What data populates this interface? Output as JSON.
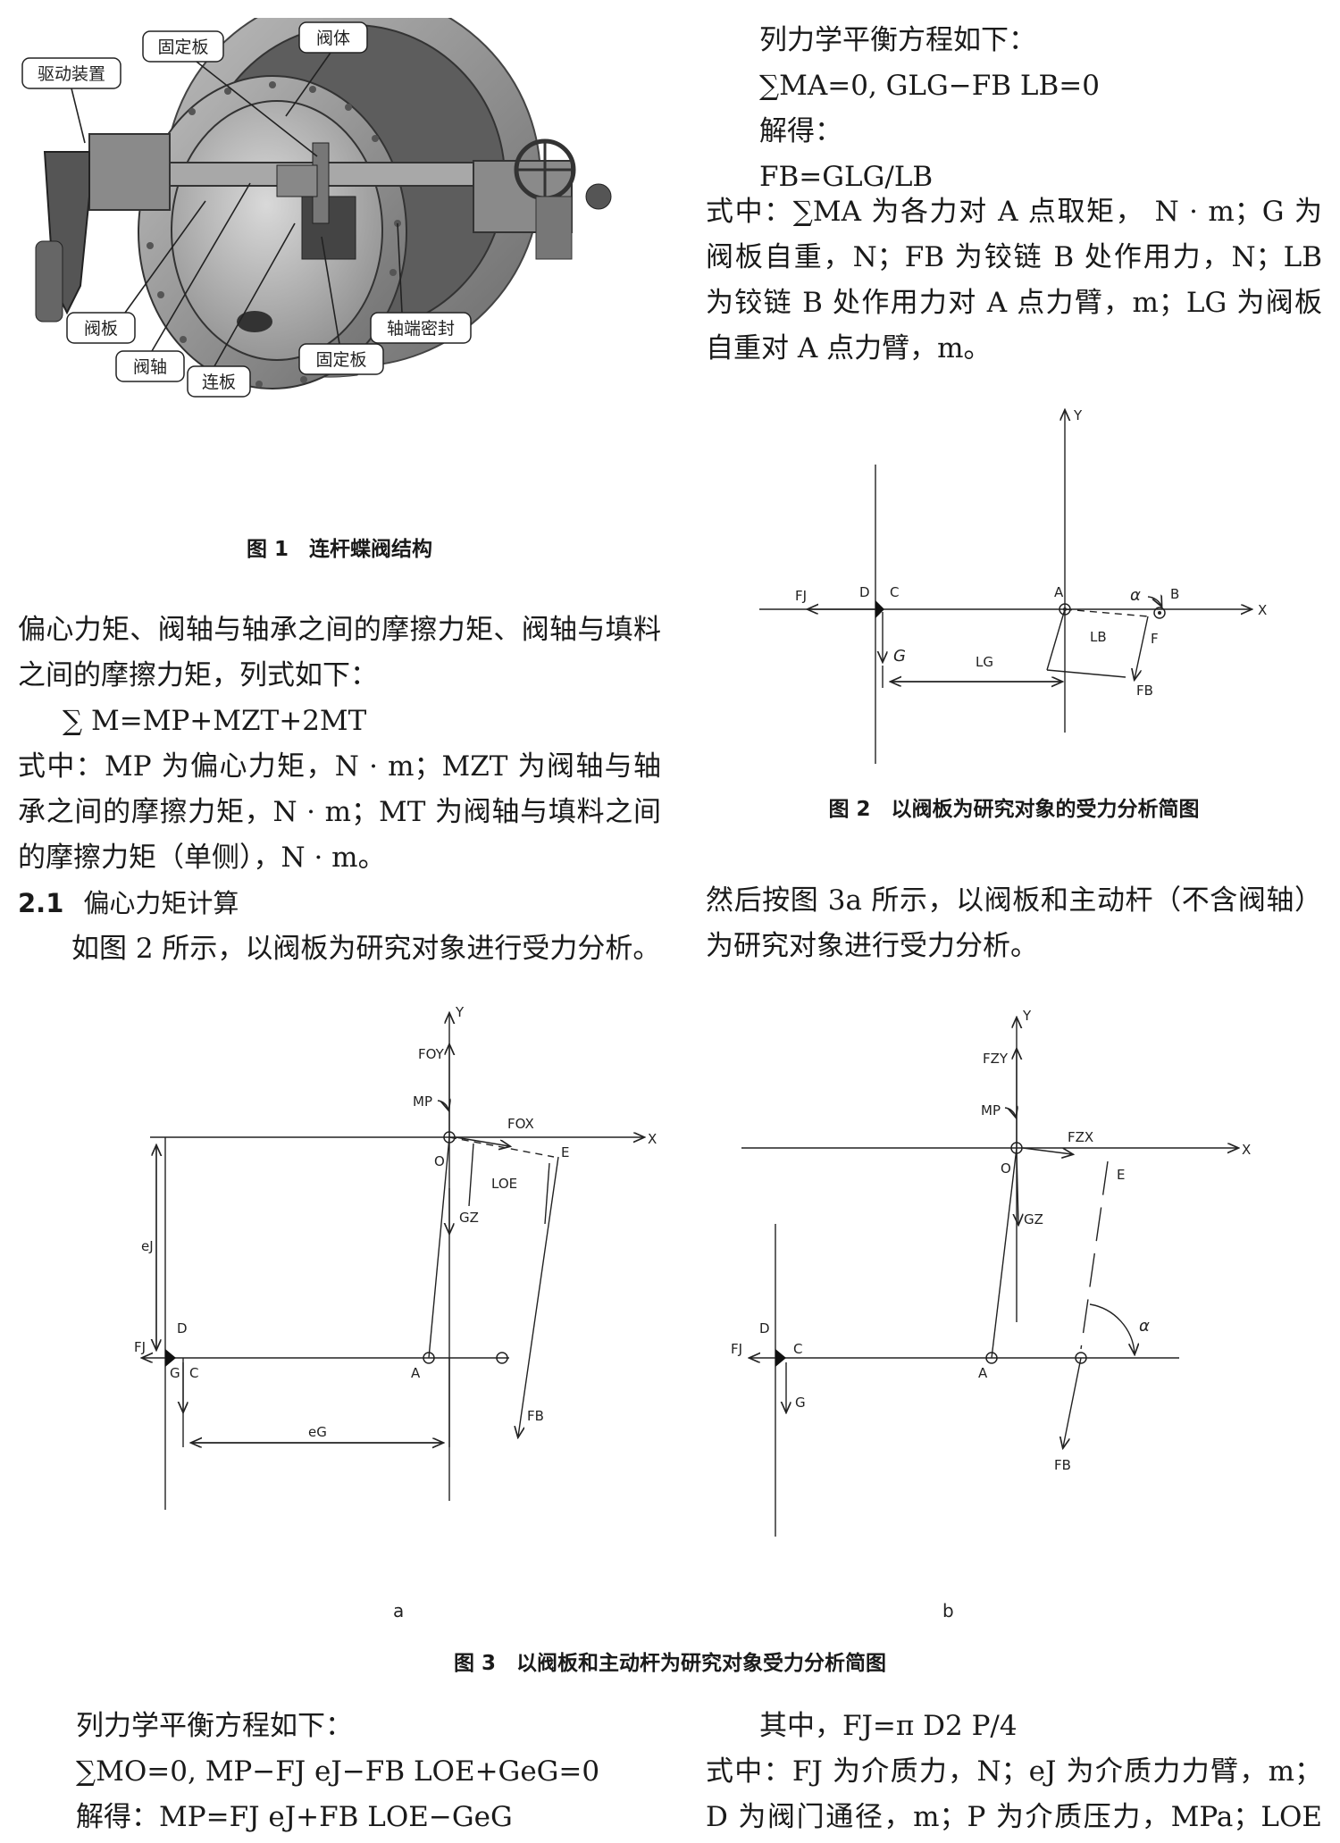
{
  "figure1": {
    "labels": {
      "drive": "驱动装置",
      "fixed_plate_top": "固定板",
      "body": "阀体",
      "disc": "阀板",
      "shaft": "阀轴",
      "link_plate": "连板",
      "fixed_plate_bottom": "固定板",
      "shaft_seal": "轴端密封"
    },
    "caption": "图 1　连杆蝶阀结构"
  },
  "left_column": {
    "paragraph1": "偏心力矩、阀轴与轴承之间的摩擦力矩、阀轴与填料之间的摩擦力矩，列式如下：",
    "formula": "∑ M=MP+MZT+2MT",
    "paragraph2": "式中：MP 为偏心力矩，N · m；MZT 为阀轴与轴承之间的摩擦力矩，N · m；MT 为阀轴与填料之间的摩擦力矩（单侧），N · m。",
    "section_number": "2.1",
    "section_title": "偏心力矩计算",
    "paragraph3": "如图 2 所示，以阀板为研究对象进行受力分析。"
  },
  "right_column": {
    "eq_intro": "列力学平衡方程如下：",
    "eq1": "∑MA=0, GLG−FB LB=0",
    "solve": "解得：",
    "eq2": "FB=GLG/LB",
    "paragraph": "式中：∑MA 为各力对 A 点取矩， N · m；G 为阀板自重，N；FB 为铰链 B 处作用力，N；LB 为铰链 B 处作用力对 A 点力臂，m；LG 为阀板自重对 A 点力臂，m。",
    "figure2_caption": "图 2　以阀板为研究对象的受力分析简图",
    "paragraph_after": "然后按图 3a 所示，以阀板和主动杆（不含阀轴）为研究对象进行受力分析。"
  },
  "figure2": {
    "Y": "Y",
    "X": "X",
    "FJ": "FJ",
    "D": "D",
    "C": "C",
    "A": "A",
    "alpha": "α",
    "B": "B",
    "LB": "LB",
    "F": "F",
    "G": "G",
    "LG": "LG",
    "FB": "FB"
  },
  "figure3": {
    "a": {
      "Y": "Y",
      "X": "X",
      "FOY": "FOY",
      "MP": "MP",
      "FOX": "FOX",
      "O": "O",
      "E": "E",
      "LOE": "LOE",
      "GZ": "GZ",
      "eJ": "eJ",
      "D": "D",
      "FJ": "FJ",
      "G": "G",
      "C": "C",
      "A": "A",
      "FB": "FB",
      "eG": "eG",
      "sub_label": "a"
    },
    "b": {
      "Y": "Y",
      "X": "X",
      "FZY": "FZY",
      "MP": "MP",
      "FZX": "FZX",
      "O": "O",
      "E": "E",
      "GZ": "GZ",
      "alpha": "α",
      "D": "D",
      "C": "C",
      "FJ": "FJ",
      "A": "A",
      "G": "G",
      "FB": "FB",
      "sub_label": "b"
    },
    "caption": "图 3　以阀板和主动杆为研究对象受力分析简图"
  },
  "bottom_left": {
    "eq_intro": "列力学平衡方程如下：",
    "eq1": "∑MO=0, MP−FJ eJ−FB LOE+GeG=0",
    "solve": "解得：MP=FJ eJ+FB LOE−GeG"
  },
  "bottom_right": {
    "eq": "其中，FJ=π D2 P/4",
    "paragraph": "式中：FJ 为介质力，N；eJ 为介质力力臂，m；D 为阀门通径，m；P 为介质压力，MPa；LOE 为铰链"
  }
}
